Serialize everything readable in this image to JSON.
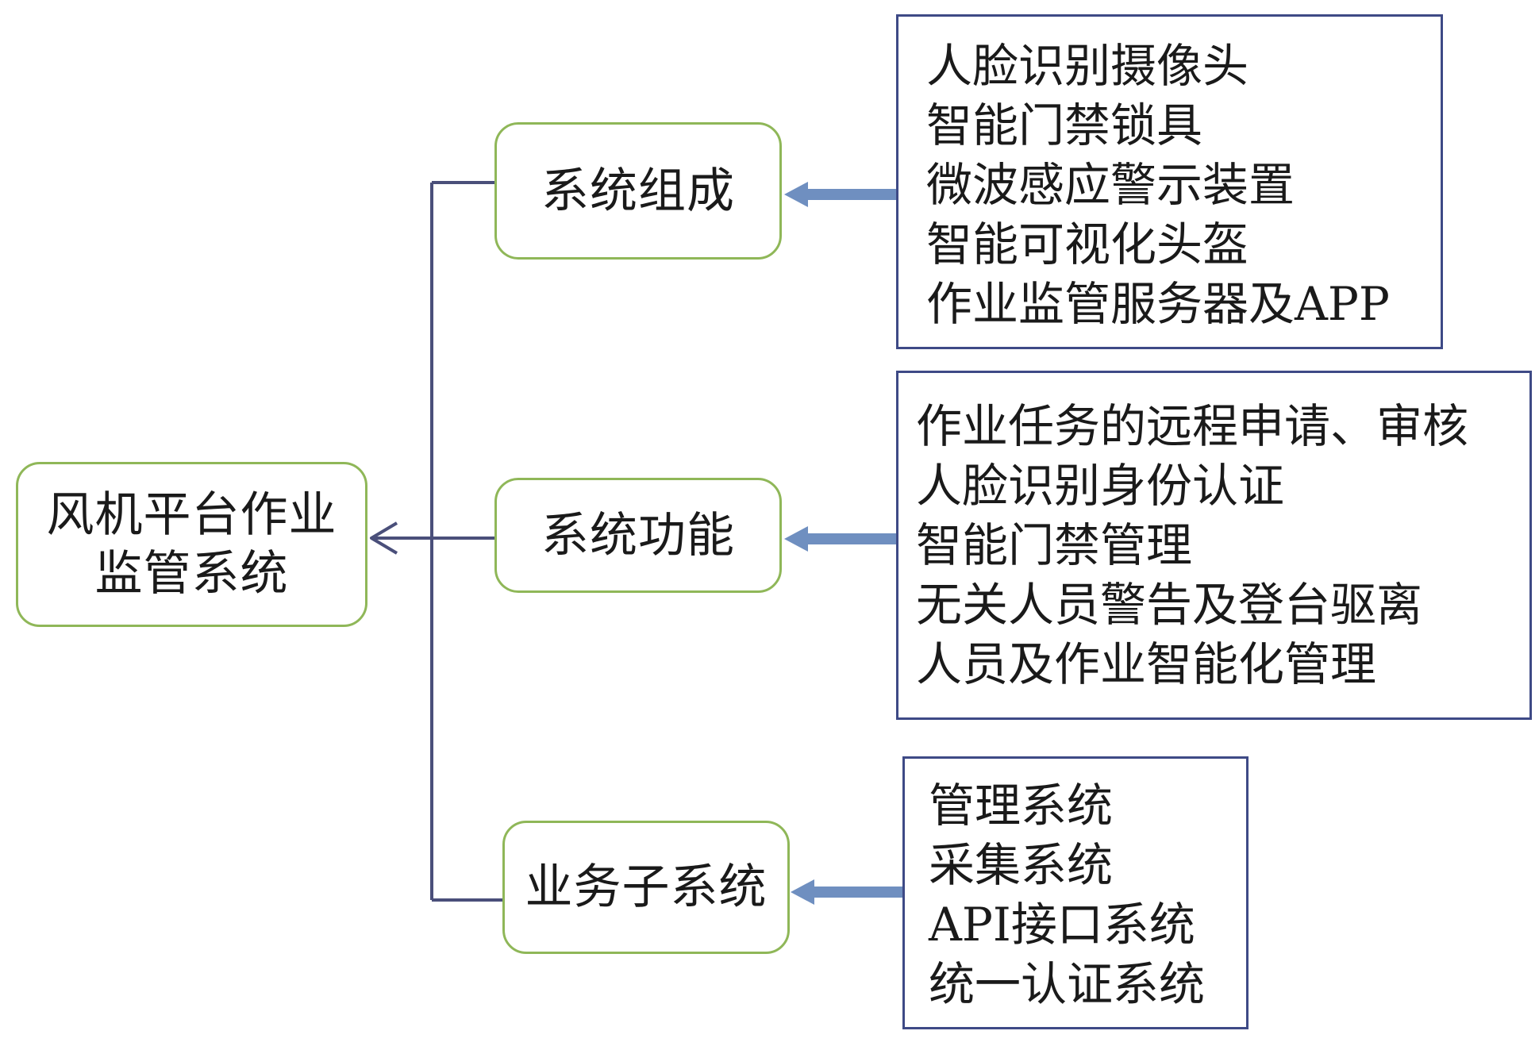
{
  "root": {
    "lines": [
      "风机平台作业",
      "监管系统"
    ]
  },
  "branches": [
    {
      "label": "系统组成",
      "items": [
        "人脸识别摄像头",
        "智能门禁锁具",
        "微波感应警示装置",
        "智能可视化头盔",
        "作业监管服务器及APP"
      ]
    },
    {
      "label": "系统功能",
      "items": [
        "作业任务的远程申请、审核",
        "人脸识别身份认证",
        "智能门禁管理",
        "无关人员警告及登台驱离",
        "人员及作业智能化管理"
      ]
    },
    {
      "label": "业务子系统",
      "items": [
        "管理系统",
        "采集系统",
        "API接口系统",
        "统一认证系统"
      ]
    }
  ],
  "colors": {
    "node_border": "#8fb758",
    "detail_border": "#3e4a86",
    "tree_line": "#4a4f7a",
    "arrow": "#6f8fc0"
  }
}
